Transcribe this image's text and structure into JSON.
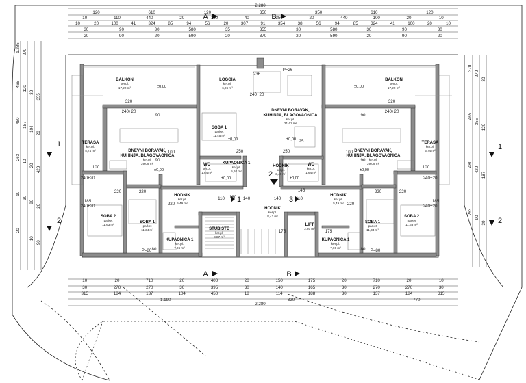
{
  "drawing": {
    "top_overall": "2.280",
    "bottom_overall": "2.280",
    "top_dims_row1": [
      "120",
      "610",
      "120",
      "350",
      "350",
      "610",
      "120"
    ],
    "top_dims_row2": [
      "10",
      "110",
      "440",
      "20",
      "150",
      "40",
      "350",
      "20",
      "440",
      "100",
      "20",
      "10"
    ],
    "top_dims_row3": [
      "10",
      "20",
      "100",
      "41",
      "324",
      "85",
      "94",
      "56",
      "20",
      "307",
      "91",
      "354",
      "38",
      "56",
      "94",
      "85",
      "324",
      "41",
      "100",
      "20",
      "10"
    ],
    "top_dims_row4": [
      "30",
      "90",
      "30",
      "580",
      "35",
      "355",
      "30",
      "580",
      "30",
      "90",
      "30"
    ],
    "top_dims_row5": [
      "20",
      "90",
      "20",
      "590",
      "20",
      "370",
      "20",
      "590",
      "20",
      "90",
      "20"
    ],
    "bottom_dims_row1": [
      "10",
      "20",
      "710",
      "20",
      "400",
      "20",
      "150",
      "175",
      "20",
      "710",
      "20",
      "10"
    ],
    "bottom_dims_row2": [
      "30",
      "270",
      "270",
      "30",
      "395",
      "30",
      "140",
      "165",
      "30",
      "270",
      "270",
      "30"
    ],
    "bottom_dims_row3": [
      "315",
      "184",
      "137",
      "104",
      "450",
      "18",
      "114",
      "188",
      "30",
      "137",
      "184",
      "315"
    ],
    "bottom_dims_row4": [
      "1.190",
      "320",
      "770"
    ],
    "left_dims": [
      "1.285",
      "270",
      "30",
      "355",
      "465",
      "120",
      "104",
      "20",
      "480",
      "187",
      "20",
      "420",
      "263",
      "10",
      "90",
      "20",
      "10",
      "30",
      "10",
      "90",
      "20"
    ],
    "right_dims": [
      "370",
      "270",
      "30",
      "465",
      "355",
      "120",
      "480",
      "420",
      "187",
      "263",
      "90",
      "30"
    ],
    "sections": {
      "a_top": "A",
      "b_top": "B",
      "a_bottom": "A",
      "b_bottom": "B",
      "left_1": "1",
      "left_2": "2",
      "right_1": "1",
      "right_2": "2"
    },
    "entrances": [
      "1",
      "2",
      "3"
    ],
    "rooms": {
      "balkon_left": {
        "name": "BALKON",
        "floor": "ker.pl.",
        "area": "17,22 m²"
      },
      "balkon_right": {
        "name": "BALKON",
        "floor": "ker.pl.",
        "area": "17,22 m²"
      },
      "loggia": {
        "name": "LOGGIA",
        "floor": "ker.pl.",
        "area": "6,06 m²"
      },
      "terasa_left": {
        "name": "TERASA",
        "floor": "ker.pl.",
        "area": "5,74 m²"
      },
      "terasa_right": {
        "name": "TERASA",
        "floor": "ker.pl.",
        "area": "5,74 m²"
      },
      "dnevni_left": {
        "name": "DNEVNI BORAVAK,",
        "name2": "KUHINJA, BLAGOVAONICA",
        "floor": "ker.pl.",
        "area": "39,09 m²"
      },
      "dnevni_right": {
        "name": "DNEVNI BORAVAK,",
        "name2": "KUHINJA, BLAGOVAONICA",
        "floor": "ker.pl.",
        "area": "39,09 m²"
      },
      "dnevni_mid": {
        "name": "DNEVNI BORAVAK,",
        "name2": "KUHINJA, BLAGOVAONICA",
        "floor": "ker.pl.",
        "area": "21,41 m²"
      },
      "soba1_mid": {
        "name": "SOBA 1",
        "floor": "parket",
        "area": "11,45 m²"
      },
      "kupaonica_mid": {
        "name": "KUPAONICA 1",
        "floor": "ker.pl.",
        "area": "5,92 m²"
      },
      "wc_left": {
        "name": "WC",
        "floor": "ker.pl.",
        "area": "1,64 m²"
      },
      "wc_right": {
        "name": "WC",
        "floor": "ker.pl.",
        "area": "1,64 m²"
      },
      "hodnik_mid": {
        "name": "HODNIK",
        "floor": "ker.pl.",
        "area": "3,48 m²"
      },
      "hodnik_left": {
        "name": "HODNIK",
        "floor": "ker.pl.",
        "area": "5,49 m²"
      },
      "hodnik_right": {
        "name": "HODNIK",
        "floor": "ker.pl.",
        "area": "5,49 m²"
      },
      "hodnik_main": {
        "name": "HODNIK",
        "floor": "ker.pl.",
        "area": "8,42 m²"
      },
      "soba2_left": {
        "name": "SOBA 2",
        "floor": "parket",
        "area": "11,63 m²"
      },
      "soba2_right": {
        "name": "SOBA 2",
        "floor": "parket",
        "area": "11,63 m²"
      },
      "soba1_left": {
        "name": "SOBA 1",
        "floor": "parket",
        "area": "11,34 m²"
      },
      "soba1_right": {
        "name": "SOBA 1",
        "floor": "parket",
        "area": "11,34 m²"
      },
      "kupaonica_left": {
        "name": "KUPAONICA 1",
        "floor": "ker.pl.",
        "area": "7,06 m²"
      },
      "kupaonica_right": {
        "name": "KUPAONICA 1",
        "floor": "ker.pl.",
        "area": "7,06 m²"
      },
      "stubiste": {
        "name": "STUBIŠTE",
        "floor": "ker.pl.",
        "area": "9,87 m²"
      },
      "lift": {
        "name": "LIFT",
        "floor": "",
        "area": "2,80 m²"
      }
    },
    "levels": [
      "±0,00",
      "±0,00",
      "±0,00",
      "±0,00",
      "±0,00",
      "±0,00",
      "±0,00",
      "±0,00"
    ],
    "inner_dims": [
      "320",
      "240+20",
      "240+20",
      "320",
      "240+20",
      "240+20",
      "250",
      "250",
      "100",
      "100",
      "100",
      "100",
      "90",
      "90",
      "90",
      "90",
      "185",
      "185",
      "240+20",
      "240+20",
      "220",
      "220",
      "220",
      "220",
      "220",
      "220",
      "110",
      "110",
      "140",
      "140",
      "175",
      "175",
      "80",
      "80",
      "P=80",
      "P=80",
      "180",
      "145",
      "236",
      "240+20",
      "P=26",
      "25"
    ]
  }
}
